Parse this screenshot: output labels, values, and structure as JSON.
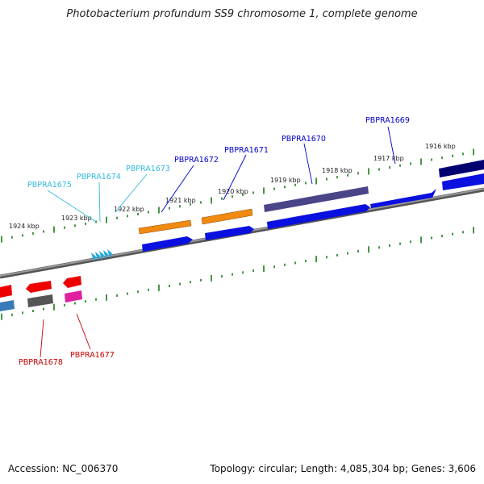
{
  "title": "Photobacterium profundum SS9 chromosome 1, complete genome",
  "footer": {
    "accession": "Accession: NC_006370",
    "topology": "Topology: circular; Length: 4,085,304 bp; Genes: 3,606"
  },
  "scale_labels": [
    "1924 kbp",
    "1923 kbp",
    "1922 kbp",
    "1921 kbp",
    "1920 kbp",
    "1919 kbp",
    "1918 kbp",
    "1917 kbp",
    "1916 kbp"
  ],
  "gene_labels": [
    {
      "text": "PBPRA1675",
      "color": "#33bbdd"
    },
    {
      "text": "PBPRA1674",
      "color": "#33bbdd"
    },
    {
      "text": "PBPRA1673",
      "color": "#33bbdd"
    },
    {
      "text": "PBPRA1672",
      "color": "#0000cc"
    },
    {
      "text": "PBPRA1671",
      "color": "#0000cc"
    },
    {
      "text": "PBPRA1670",
      "color": "#0000cc"
    },
    {
      "text": "PBPRA1669",
      "color": "#0000cc"
    },
    {
      "text": "PBPRA1678",
      "color": "#cc0000"
    },
    {
      "text": "PBPRA1677",
      "color": "#cc0000"
    }
  ],
  "colors": {
    "backbone": "#888888",
    "tick": "#1a7a1a",
    "blue": "#0a10e0",
    "orange": "#f08a10",
    "slate": "#4a4488",
    "navy": "#000070",
    "red": "#ee0000",
    "gray": "#555555",
    "steel": "#3a7ab8",
    "pink": "#e020a0",
    "cyan": "#22aadd"
  }
}
